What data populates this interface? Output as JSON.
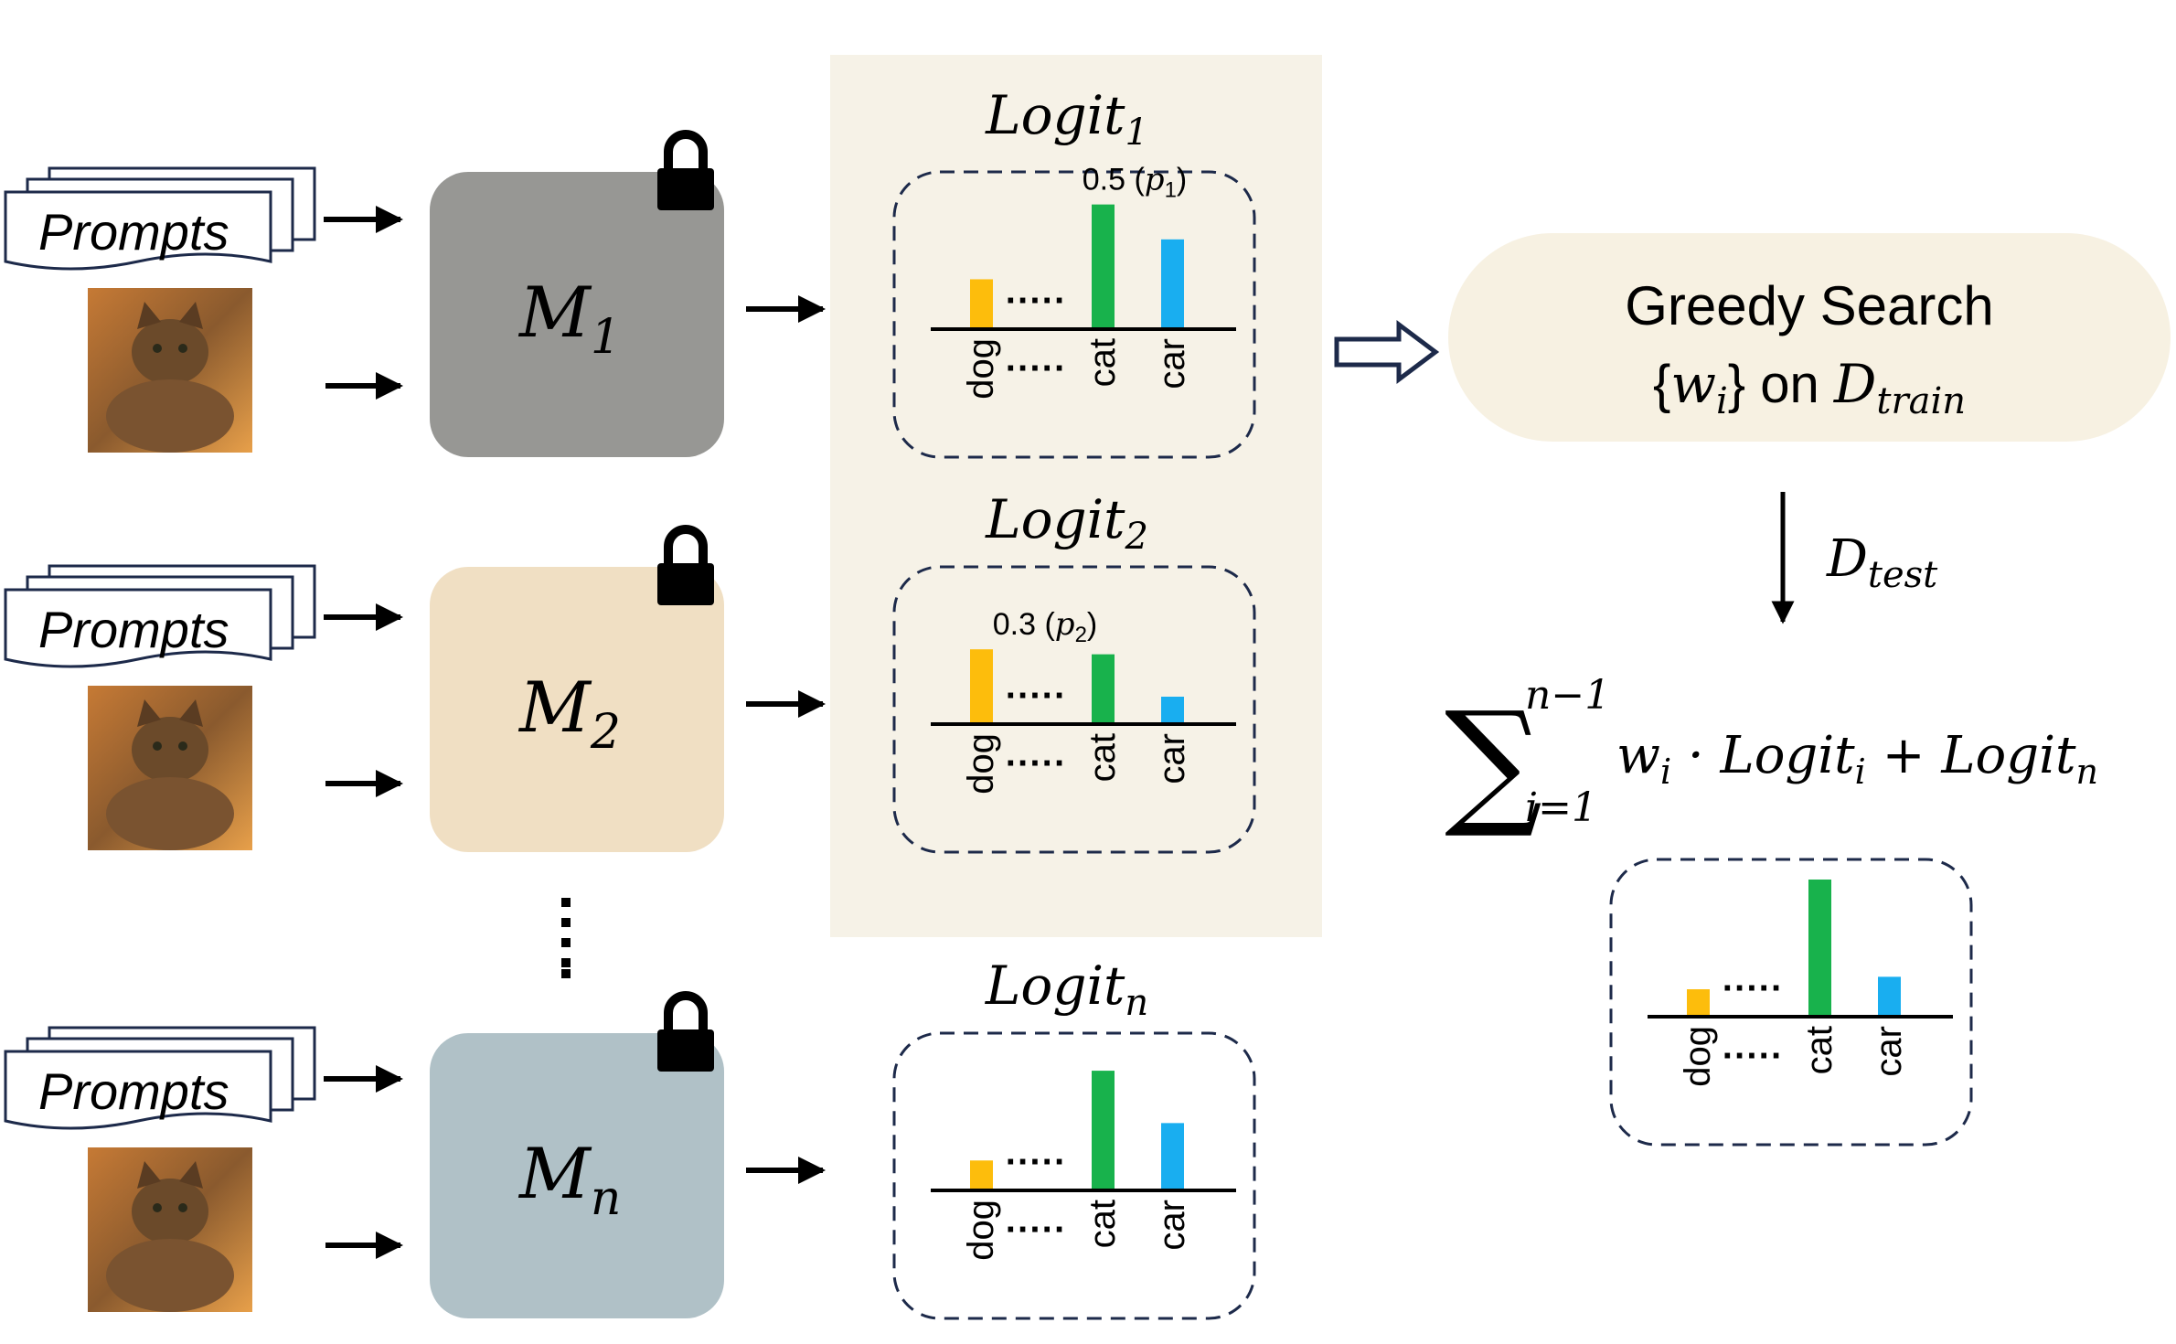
{
  "colors": {
    "bg_panel": "#f6f2e7",
    "model_1": "#979794",
    "model_2": "#f0dfc3",
    "model_n": "#b0c1c7",
    "bar_dog": "#fdbd0c",
    "bar_cat": "#18b24c",
    "bar_car": "#19aef0",
    "dash_box": "#1d2a4a",
    "search_pill": "#f7f1e2",
    "hollow_arrow": "#1d2a4a"
  },
  "inputs": {
    "prompt_label": "Prompts",
    "image_icon": "cat-photo-icon"
  },
  "models": [
    {
      "id": "1",
      "letter": "M",
      "sub": "1",
      "lock_icon": "lock-icon"
    },
    {
      "id": "2",
      "letter": "M",
      "sub": "2",
      "lock_icon": "lock-icon"
    },
    {
      "id": "n",
      "letter": "M",
      "sub": "n",
      "lock_icon": "lock-icon"
    }
  ],
  "ellipsis": "⋮",
  "logits": [
    {
      "name": "Logit",
      "sub": "1",
      "annotation_value": "0.5",
      "annotation_var": "p",
      "annotation_sub": "1",
      "annotated_category": "cat"
    },
    {
      "name": "Logit",
      "sub": "2",
      "annotation_value": "0.3",
      "annotation_var": "p",
      "annotation_sub": "2",
      "annotated_category": "dog"
    },
    {
      "name": "Logit",
      "sub": "n"
    }
  ],
  "greedy": {
    "line1": "Greedy Search",
    "set_open": "{",
    "set_var": "w",
    "set_sub": "i",
    "set_close": "}",
    "on": " on ",
    "data_var": "D",
    "data_sub": "train"
  },
  "test_label": {
    "var": "D",
    "sub": "test"
  },
  "formula": {
    "sum_symbol": "∑",
    "upper": "n−1",
    "lower": "i=1",
    "w": "w",
    "w_sub": "i",
    "dot": " · ",
    "term": "Logit",
    "term_sub": "i",
    "plus": " + ",
    "last": "Logit",
    "last_sub": "n"
  },
  "chart_data": [
    {
      "type": "bar",
      "title": "Logit1",
      "categories": [
        "dog",
        "cat",
        "car"
      ],
      "values": [
        0.2,
        0.5,
        0.36
      ],
      "ylim": [
        0,
        0.55
      ],
      "ellipsis": "·····"
    },
    {
      "type": "bar",
      "title": "Logit2",
      "categories": [
        "dog",
        "cat",
        "car"
      ],
      "values": [
        0.3,
        0.28,
        0.11
      ],
      "ylim": [
        0,
        0.55
      ],
      "ellipsis": "·····"
    },
    {
      "type": "bar",
      "title": "Logitn",
      "categories": [
        "dog",
        "cat",
        "car"
      ],
      "values": [
        0.12,
        0.48,
        0.27
      ],
      "ylim": [
        0,
        0.55
      ],
      "ellipsis": "·····"
    },
    {
      "type": "bar",
      "title": "",
      "categories": [
        "dog",
        "cat",
        "car"
      ],
      "values": [
        0.11,
        0.55,
        0.16
      ],
      "ylim": [
        0,
        0.55
      ],
      "ellipsis": "·····"
    }
  ]
}
